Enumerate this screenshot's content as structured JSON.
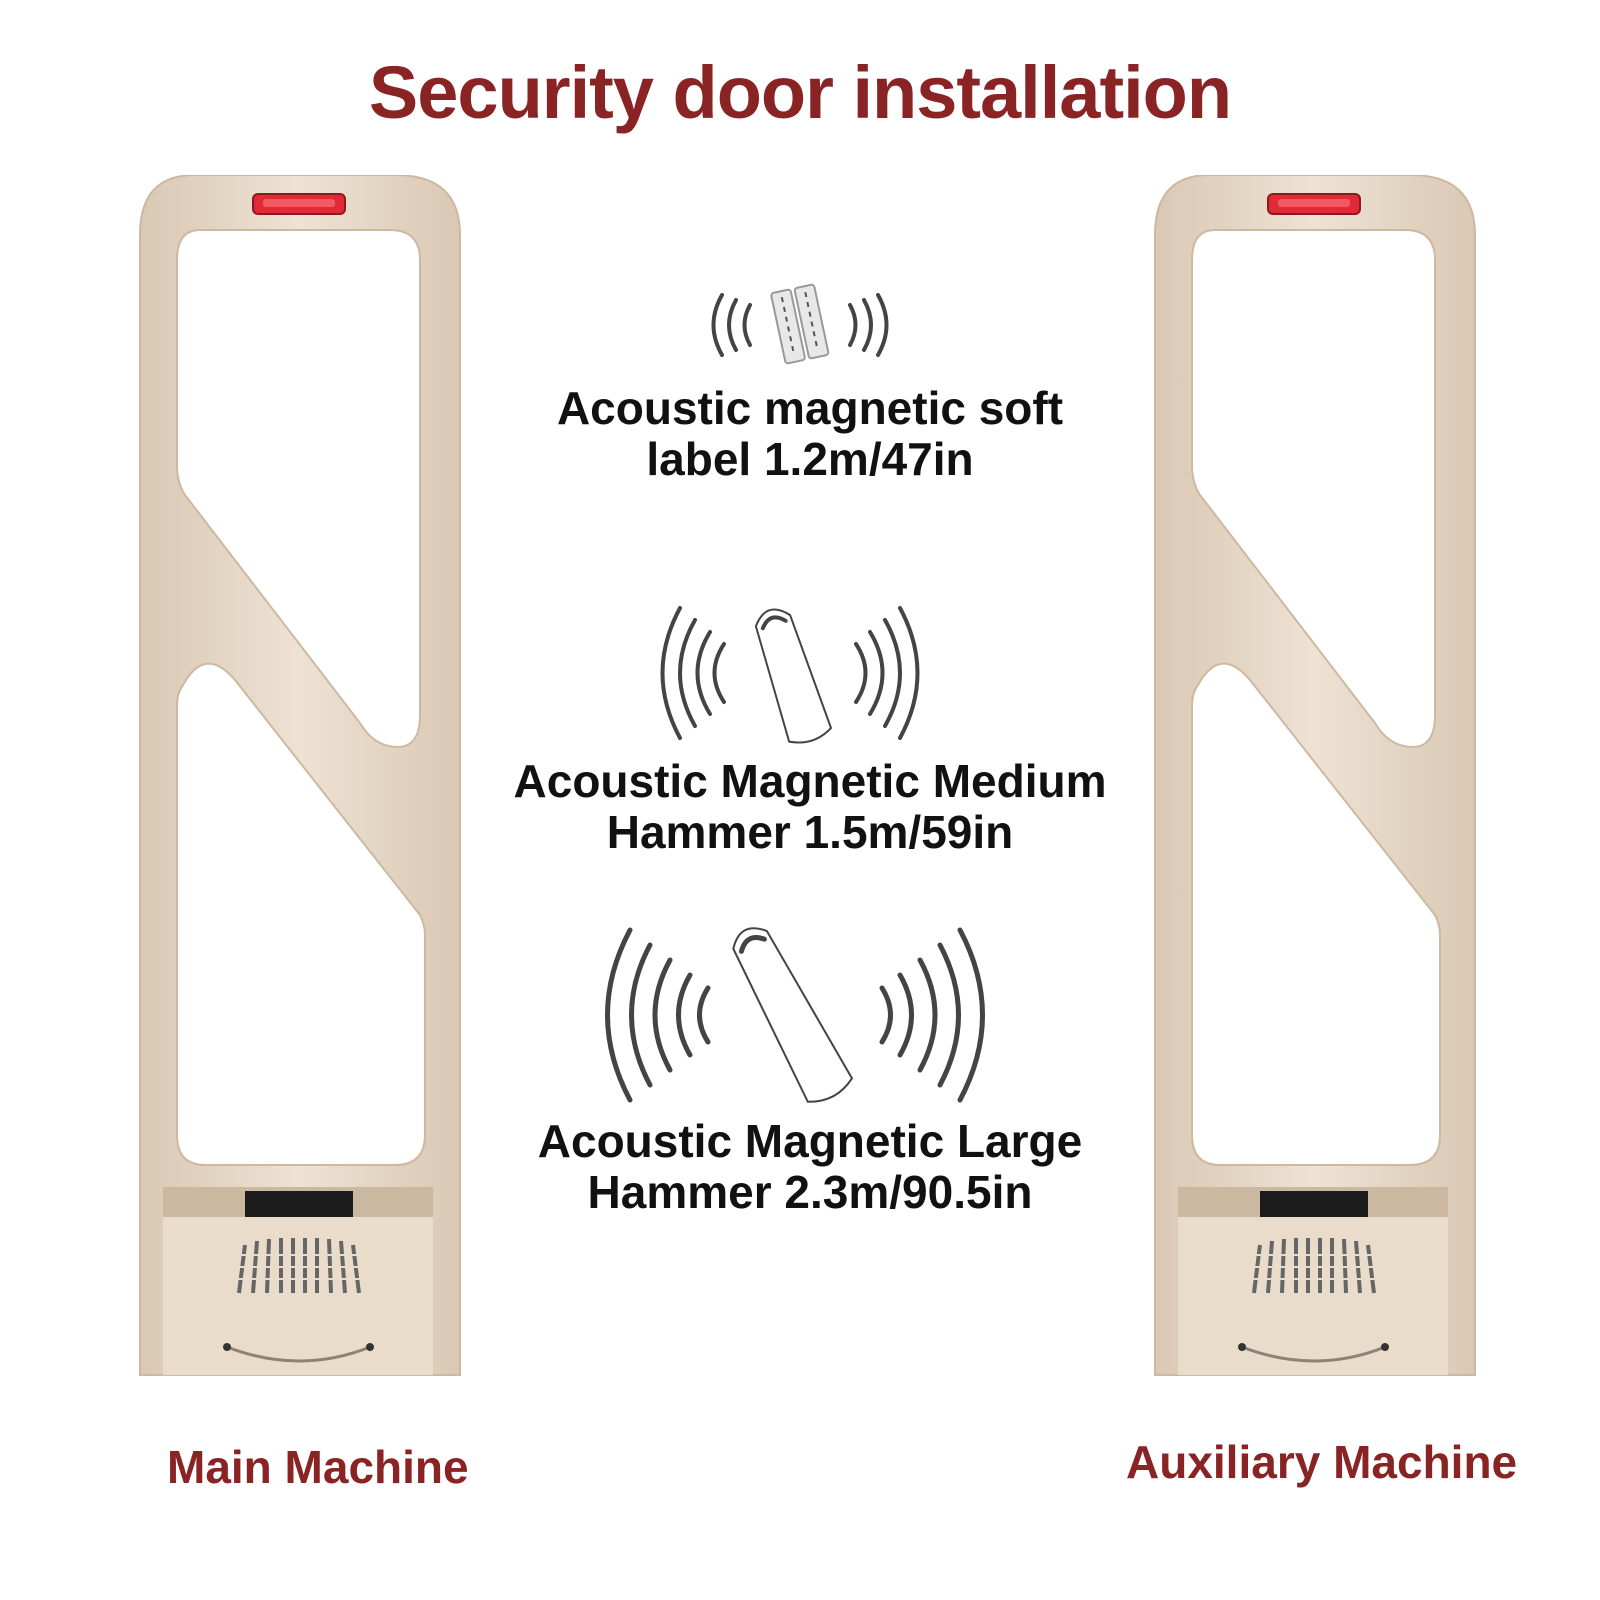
{
  "title": "Security door installation",
  "colors": {
    "title": "#8a2424",
    "gate_body": "#eadccb",
    "gate_edge": "#d6c3ad",
    "alarm_light": "#e02a35",
    "text": "#111111"
  },
  "gates": {
    "main": {
      "label": "Main Machine"
    },
    "auxiliary": {
      "label": "Auxiliary Machine"
    }
  },
  "tags": [
    {
      "icon": "soft-label-icon",
      "line1": "Acoustic magnetic soft",
      "line2": "label 1.2m/47in"
    },
    {
      "icon": "medium-hammer-icon",
      "line1": "Acoustic Magnetic Medium",
      "line2": "Hammer 1.5m/59in"
    },
    {
      "icon": "large-hammer-icon",
      "line1": "Acoustic Magnetic Large",
      "line2": "Hammer 2.3m/90.5in"
    }
  ]
}
